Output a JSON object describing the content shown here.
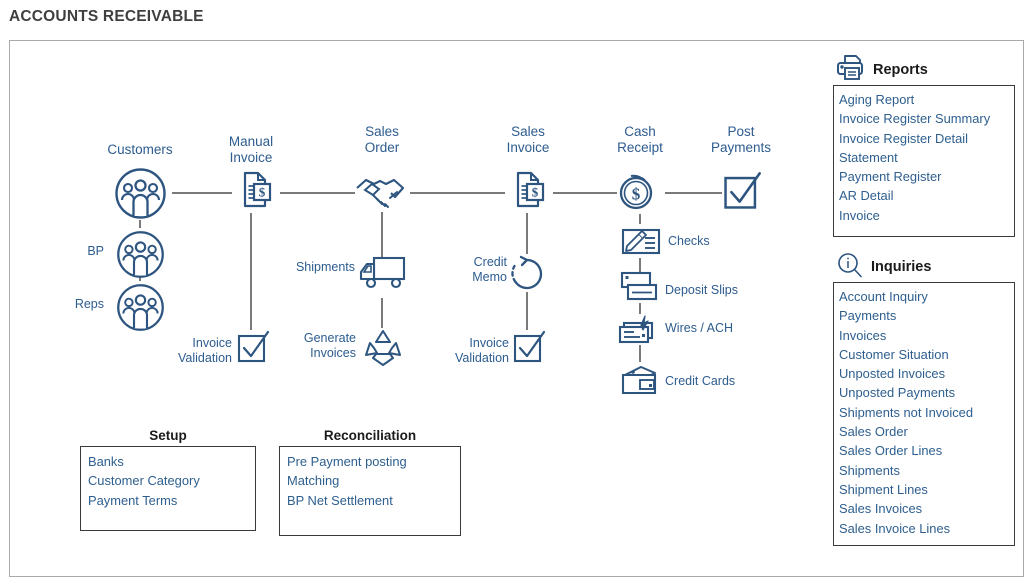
{
  "page": {
    "title": "ACCOUNTS RECEIVABLE"
  },
  "colors": {
    "icon_blue": "#2d5580",
    "icon_fill": "#e8eef4",
    "label_blue": "#2d5c8f",
    "list_blue": "#2e5f8f",
    "connector_gray": "#7a7a7a",
    "frame_gray": "#a9a9a9",
    "title_gray": "#3f3f3f"
  },
  "flow": {
    "main_nodes": [
      {
        "id": "customers",
        "label": "Customers",
        "icon": "people-circle-icon"
      },
      {
        "id": "manual-invoice",
        "label": "Manual\nInvoice",
        "icon": "invoice-document-icon"
      },
      {
        "id": "sales-order",
        "label": "Sales\nOrder",
        "icon": "handshake-icon"
      },
      {
        "id": "sales-invoice",
        "label": "Sales\nInvoice",
        "icon": "invoice-document-icon"
      },
      {
        "id": "cash-receipt",
        "label": "Cash\nReceipt",
        "icon": "coin-dollar-icon"
      },
      {
        "id": "post-payments",
        "label": "Post\nPayments",
        "icon": "checkbox-check-icon"
      }
    ],
    "customers_branch": [
      {
        "id": "bp",
        "label": "BP",
        "icon": "people-circle-icon"
      },
      {
        "id": "reps",
        "label": "Reps",
        "icon": "people-circle-icon"
      }
    ],
    "manual_invoice_branch": [
      {
        "id": "mi-invoice-validation",
        "label": "Invoice\nValidation",
        "icon": "checkbox-check-icon"
      }
    ],
    "sales_order_branch": [
      {
        "id": "shipments",
        "label": "Shipments",
        "icon": "truck-icon"
      },
      {
        "id": "generate-invoices",
        "label": "Generate\nInvoices",
        "icon": "recycle-icon"
      }
    ],
    "sales_invoice_branch": [
      {
        "id": "credit-memo",
        "label": "Credit\nMemo",
        "icon": "circular-arrow-icon"
      },
      {
        "id": "si-invoice-validation",
        "label": "Invoice\nValidation",
        "icon": "checkbox-check-icon"
      }
    ],
    "cash_receipt_branch": [
      {
        "id": "checks",
        "label": "Checks",
        "icon": "check-pen-icon"
      },
      {
        "id": "deposit-slips",
        "label": "Deposit Slips",
        "icon": "deposit-slip-icon"
      },
      {
        "id": "wires-ach",
        "label": "Wires / ACH",
        "icon": "wire-transfer-icon"
      },
      {
        "id": "credit-cards",
        "label": "Credit Cards",
        "icon": "wallet-card-icon"
      }
    ]
  },
  "panels": {
    "reports": {
      "title": "Reports",
      "icon": "printer-icon",
      "items": [
        "Aging Report",
        "Invoice Register Summary",
        "Invoice Register Detail",
        "Statement",
        "Payment Register",
        "AR Detail",
        "Invoice"
      ]
    },
    "inquiries": {
      "title": "Inquiries",
      "icon": "magnifier-info-icon",
      "items": [
        "Account Inquiry",
        "Payments",
        "Invoices",
        "Customer Situation",
        "Unposted Invoices",
        "Unposted Payments",
        "Shipments not Invoiced",
        "Sales Order",
        "Sales Order Lines",
        "Shipments",
        "Shipment Lines",
        "Sales Invoices",
        "Sales Invoice Lines"
      ]
    }
  },
  "bottom_boxes": {
    "setup": {
      "title": "Setup",
      "items": [
        "Banks",
        "Customer Category",
        "Payment Terms"
      ]
    },
    "reconciliation": {
      "title": "Reconciliation",
      "items": [
        "Pre Payment posting",
        "Matching",
        "BP Net Settlement"
      ]
    }
  }
}
